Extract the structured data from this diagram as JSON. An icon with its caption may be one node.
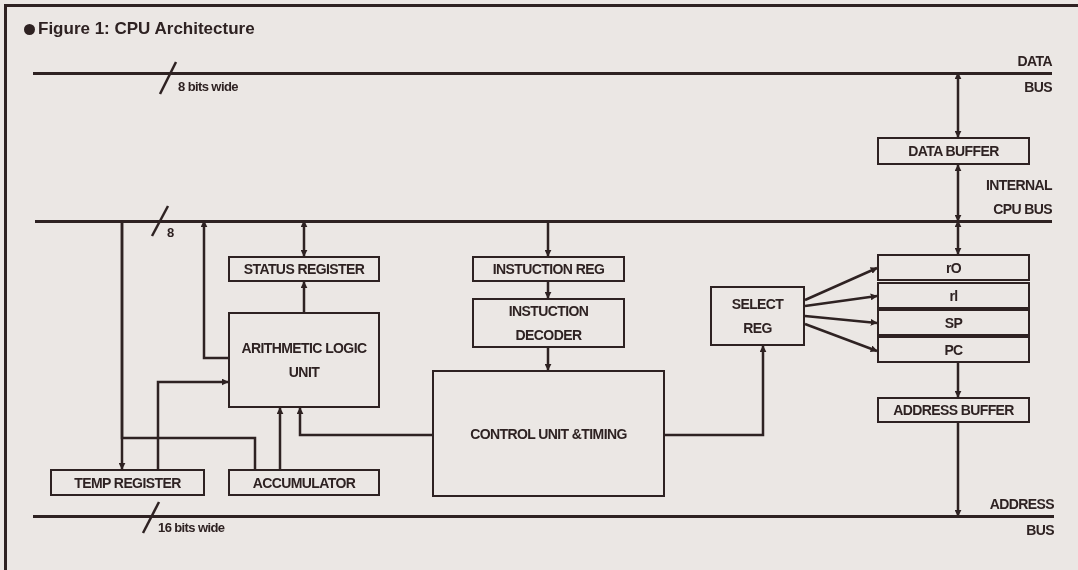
{
  "diagram": {
    "title": "Figure 1: CPU Architecture",
    "nodes": [
      {
        "text": [
          "DATA BUS"
        ],
        "beside": [
          "8 bits wide"
        ]
      },
      {
        "text": [
          "DATA BUFFER"
        ]
      },
      {
        "text": [
          "INTERNAL CPU BUS"
        ],
        "beside": [
          "8"
        ]
      },
      {
        "text": [
          "STATUS REGISTER"
        ]
      },
      {
        "text": [
          "INSTUCTION REG"
        ]
      },
      {
        "text": [
          "ARITHMETIC LOGIC UNIT"
        ]
      },
      {
        "text": [
          "INSTUCTION DECODER"
        ]
      },
      {
        "text": [
          "SELECT REG"
        ]
      },
      {
        "text": [
          "rO"
        ]
      },
      {
        "text": [
          "rl"
        ]
      },
      {
        "text": [
          "SP"
        ]
      },
      {
        "text": [
          "PC"
        ]
      },
      {
        "text": [
          "CONTROL UNIT &TIMING"
        ]
      },
      {
        "text": [
          "ADDRESS BUFFER"
        ]
      },
      {
        "text": [
          "TEMP REGISTER"
        ]
      },
      {
        "text": [
          "ACCUMULATOR"
        ]
      },
      {
        "text": [
          "ADDRESS BUS"
        ],
        "beside": [
          "16 bits wide"
        ]
      }
    ],
    "edges": [
      {
        "from": 0,
        "to": 1,
        "arrow": "both"
      },
      {
        "from": 1,
        "to": 2,
        "arrow": "both"
      },
      {
        "from": 2,
        "to": 8,
        "arrow": "both"
      },
      {
        "from": 2,
        "to": 3,
        "arrow": "both"
      },
      {
        "from": 2,
        "to": 4,
        "arrow": "to"
      },
      {
        "from": 5,
        "to": 3,
        "arrow": "to"
      },
      {
        "from": 5,
        "to": 2,
        "arrow": "to"
      },
      {
        "from": 4,
        "to": 6,
        "arrow": "to"
      },
      {
        "from": 6,
        "to": 12,
        "arrow": "to"
      },
      {
        "from": 12,
        "to": 7,
        "arrow": "to"
      },
      {
        "from": 7,
        "to": 8,
        "arrow": "to"
      },
      {
        "from": 7,
        "to": 9,
        "arrow": "to"
      },
      {
        "from": 7,
        "to": 10,
        "arrow": "to"
      },
      {
        "from": 7,
        "to": 11,
        "arrow": "to"
      },
      {
        "from": 11,
        "to": 13,
        "arrow": "to"
      },
      {
        "from": 13,
        "to": 16,
        "arrow": "to"
      },
      {
        "from": 2,
        "to": 14,
        "arrow": "to"
      },
      {
        "from": 2,
        "to": 15,
        "arrow": "none"
      },
      {
        "from": 14,
        "to": 5,
        "arrow": "to"
      },
      {
        "from": 15,
        "to": 5,
        "arrow": "to"
      },
      {
        "from": 12,
        "to": 5,
        "arrow": "to"
      }
    ]
  }
}
